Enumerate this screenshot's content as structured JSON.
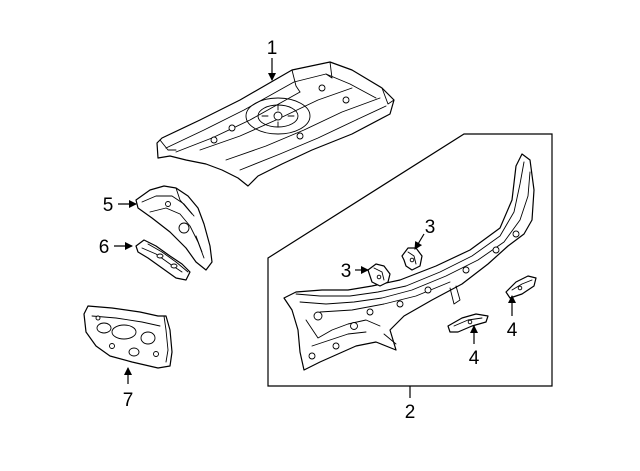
{
  "diagram": {
    "colors": {
      "line": "#000000",
      "background": "#ffffff"
    },
    "callouts": {
      "part1": "1",
      "part2": "2",
      "part3a": "3",
      "part3b": "3",
      "part4a": "4",
      "part4b": "4",
      "part5": "5",
      "part6": "6",
      "part7": "7"
    }
  }
}
